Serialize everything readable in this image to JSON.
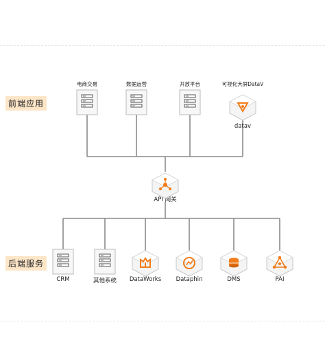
{
  "sections": {
    "frontend": "前端应用",
    "backend": "后端服务"
  },
  "gateway": {
    "label": "API 网关",
    "icon": "gateway-icon"
  },
  "frontend_apps": [
    {
      "label": "电商交易",
      "icon": "server-icon"
    },
    {
      "label": "数据运营",
      "icon": "server-icon"
    },
    {
      "label": "开放平台",
      "icon": "server-icon"
    },
    {
      "label": "可视化大屏DataV",
      "caption": "datav",
      "icon": "datav-icon"
    }
  ],
  "backend_services": [
    {
      "label": "CRM",
      "icon": "server-icon"
    },
    {
      "label": "其他系统",
      "icon": "server-icon"
    },
    {
      "label": "DataWorks",
      "icon": "dataworks-icon"
    },
    {
      "label": "Dataphin",
      "icon": "dataphin-icon"
    },
    {
      "label": "DMS",
      "icon": "dms-icon"
    },
    {
      "label": "PAI",
      "icon": "pai-icon"
    }
  ],
  "colors": {
    "accent": "#f07c1a",
    "line": "#8a8a8a",
    "label_bg": "#fde6c8"
  }
}
